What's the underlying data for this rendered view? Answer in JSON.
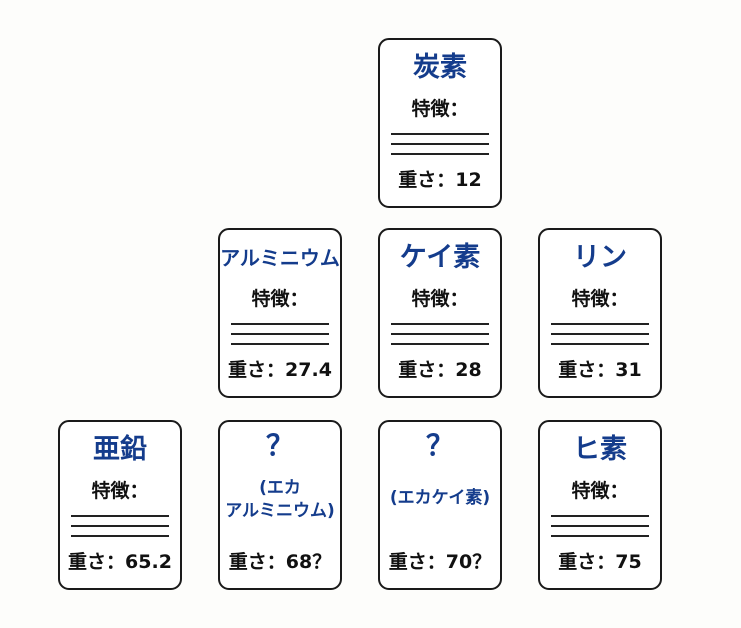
{
  "feature_label": "特徴：",
  "cards": {
    "carbon": {
      "name": "炭素",
      "weight": "重さ：12"
    },
    "aluminum": {
      "name": "アルミニウム",
      "weight": "重さ：27.4"
    },
    "silicon": {
      "name": "ケイ素",
      "weight": "重さ：28"
    },
    "phosphorus": {
      "name": "リン",
      "weight": "重さ：31"
    },
    "zinc": {
      "name": "亜鉛",
      "weight": "重さ：65.2"
    },
    "eka_aluminum": {
      "name": "？",
      "sub_line1": "(エカ",
      "sub_line2": "アルミニウム)",
      "weight": "重さ：68？"
    },
    "eka_silicon": {
      "name": "？",
      "sub_line1": "(エカケイ素)",
      "weight": "重さ：70？"
    },
    "arsenic": {
      "name": "ヒ素",
      "weight": "重さ：75"
    }
  }
}
